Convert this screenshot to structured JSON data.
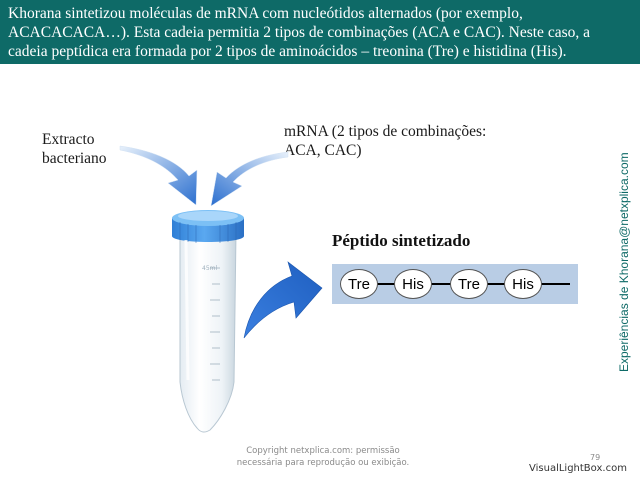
{
  "header": {
    "line1": "Khorana sintetizou moléculas de mRNA com nucleótidos alternados (por exemplo,",
    "line2": "ACACACACA…). Esta cadeia permitia 2 tipos de combinações (ACA e CAC). Neste caso, a",
    "line3": "cadeia peptídica era formada por 2 tipos de aminoácidos – treonina (Tre) e histidina (His)."
  },
  "labels": {
    "extracto_line1": "Extracto",
    "extracto_line2": "bacteriano",
    "mrna_line1": "mRNA (2 tipos de combinações:",
    "mrna_line2": "ACA, CAC)"
  },
  "peptide": {
    "title": "Péptido sintetizado",
    "aminoacids": [
      "Tre",
      "His",
      "Tre",
      "His"
    ]
  },
  "tube": {
    "graduation": "45ml"
  },
  "side_text": "Experiências de Khorana@netxplica.com",
  "footer": {
    "copyright_line1": "Copyright netxplica.com: permissão",
    "copyright_line2": "necessária para reprodução ou exibição.",
    "slide_number": "79",
    "watermark": "VisualLightBox.com"
  },
  "colors": {
    "header_bg": "#0e6a67",
    "arrow_blue": "#2b6fcf",
    "cap_blue": "#3b8ee0",
    "band": "#b9cde5"
  }
}
